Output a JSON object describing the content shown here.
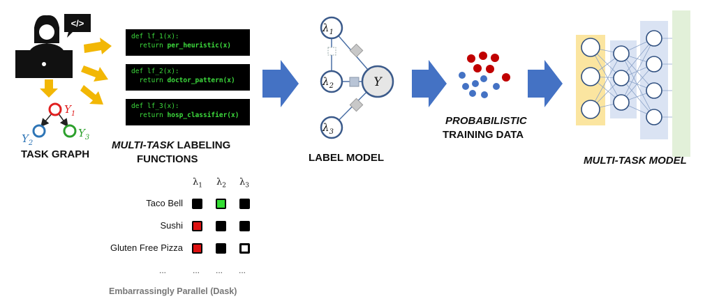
{
  "labels": {
    "task_graph": "TASK GRAPH",
    "lf_title_italic": "MULTI-TASK",
    "lf_title_rest": " LABELING",
    "lf_title_line2": "FUNCTIONS",
    "label_model": "LABEL MODEL",
    "prob_line1": "PROBABILISTIC",
    "prob_line2": "TRAINING DATA",
    "mt_model": "MULTI-TASK MODEL"
  },
  "user_icon": {
    "tag": "</>"
  },
  "task_graph": {
    "root": "Y",
    "root_sub": "1",
    "left": "Y",
    "left_sub": "2",
    "right": "Y",
    "right_sub": "3"
  },
  "labeling_functions": [
    {
      "def": "def",
      "name": " lf_1(x):",
      "ret": "return",
      "call": " per_heuristic(x)"
    },
    {
      "def": "def",
      "name": " lf_2(x):",
      "ret": "return",
      "call": " doctor_pattern(x)"
    },
    {
      "def": "def",
      "name": " lf_3(x):",
      "ret": "return",
      "call": " hosp_classifier(x)"
    }
  ],
  "label_model": {
    "lambdas": [
      {
        "sym": "λ",
        "sub": "1"
      },
      {
        "sym": "λ",
        "sub": "2"
      },
      {
        "sym": "λ",
        "sub": "3"
      }
    ],
    "y": "Y"
  },
  "matrix": {
    "headers": [
      {
        "sym": "λ",
        "sub": "1"
      },
      {
        "sym": "λ",
        "sub": "2"
      },
      {
        "sym": "λ",
        "sub": "3"
      }
    ],
    "rows": [
      {
        "label": "Taco Bell",
        "cells": [
          "black",
          "green",
          "black"
        ]
      },
      {
        "label": "Sushi",
        "cells": [
          "red",
          "black",
          "black"
        ]
      },
      {
        "label": "Gluten Free Pizza",
        "cells": [
          "red",
          "black",
          "empty"
        ]
      }
    ],
    "ellipsis": "...",
    "footer": "Embarrassingly Parallel (Dask)"
  },
  "colors": {
    "arrow_blue": "#4472c4",
    "arrow_yellow": "#f2b705",
    "node_red": "#e02020",
    "node_blue": "#2e75b6",
    "node_green": "#2ca02c",
    "dot_red": "#c00000",
    "dot_blue": "#4472c4",
    "cell_green": "#33dd33",
    "cell_red": "#dd1111",
    "layer_yellow": "#fbe5a0",
    "layer_blue": "#dae3f3",
    "layer_green": "#e2f0d9"
  }
}
